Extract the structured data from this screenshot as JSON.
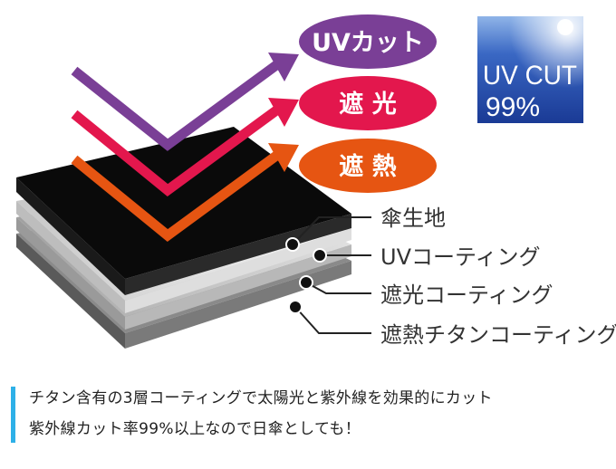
{
  "pills": [
    {
      "id": "uv",
      "label": "UVカット",
      "color": "#7a3f96"
    },
    {
      "id": "light",
      "label": "遮 光",
      "color": "#e3174d"
    },
    {
      "id": "heat",
      "label": "遮 熱",
      "color": "#e65512"
    }
  ],
  "badge": {
    "line1": "UV CUT",
    "line2": "99%",
    "color": "#1c3f9c"
  },
  "layers": [
    {
      "id": "fabric",
      "label": "傘生地"
    },
    {
      "id": "uv-coating",
      "label": "UVコーティング"
    },
    {
      "id": "shade-coating",
      "label": "遮光コーティング"
    },
    {
      "id": "heat-coating",
      "label": "遮熱チタンコーティング"
    }
  ],
  "caption": {
    "line1": "チタン含有の3層コーティングで太陽光と紫外線を効果的にカット",
    "line2": "紫外線カット率99%以上なので日傘としても！",
    "accent": "#2eb0e8"
  }
}
